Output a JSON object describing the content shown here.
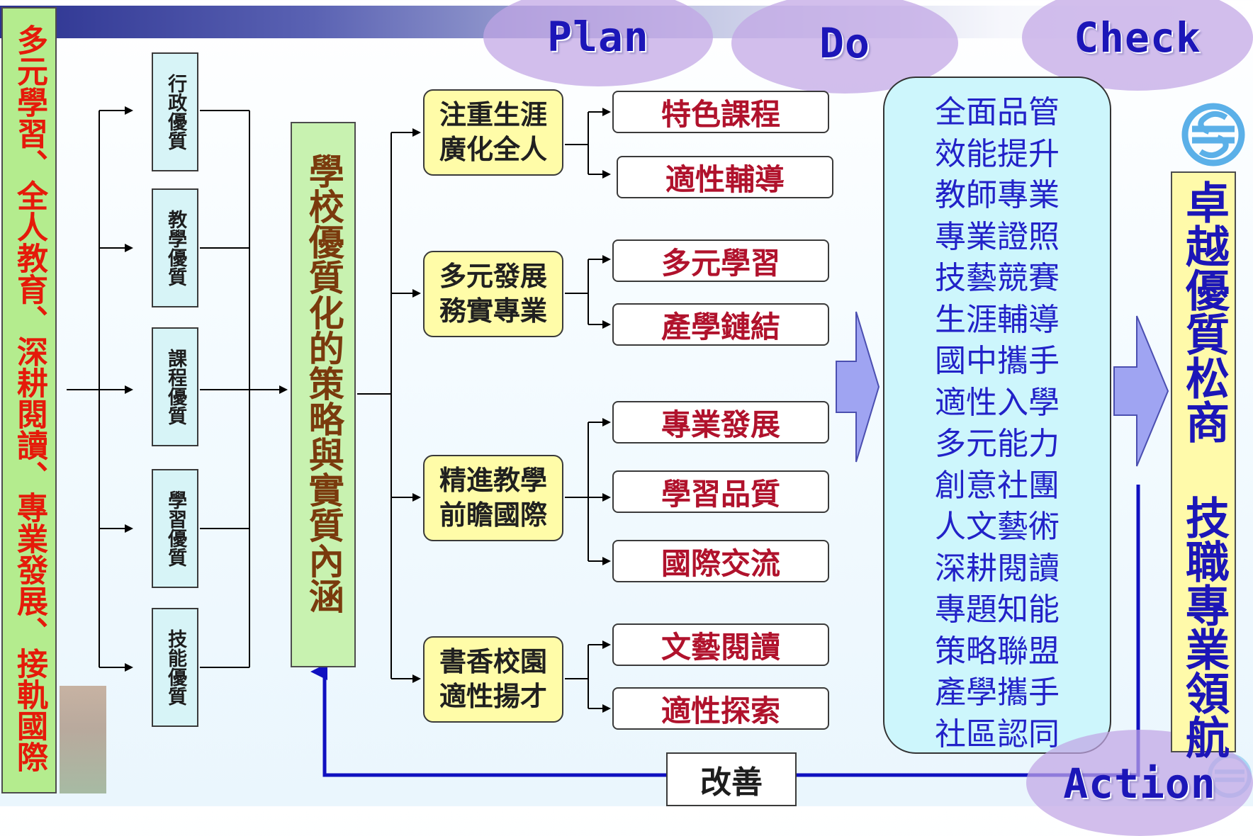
{
  "pdca": {
    "plan": "Plan",
    "do": "Do",
    "check": "Check",
    "action": "Action"
  },
  "left_vision": "多元學習、全人教育、深耕閱讀、專業發展、接軌國際",
  "quality_items": [
    "行政優質",
    "教學優質",
    "課程優質",
    "學習優質",
    "技能優質"
  ],
  "strategy_title": "學校優質化的策略與實質內涵",
  "themes": [
    {
      "lines": [
        "注重生涯",
        "廣化全人"
      ],
      "items": [
        "特色課程",
        "適性輔導"
      ]
    },
    {
      "lines": [
        "多元發展",
        "務實專業"
      ],
      "items": [
        "多元學習",
        "產學鏈結"
      ]
    },
    {
      "lines": [
        "精進教學",
        "前瞻國際"
      ],
      "items": [
        "專業發展",
        "學習品質",
        "國際交流"
      ]
    },
    {
      "lines": [
        "書香校園",
        "適性揚才"
      ],
      "items": [
        "文藝閱讀",
        "適性探索"
      ]
    }
  ],
  "outcomes": [
    "全面品管",
    "效能提升",
    "教師專業",
    "專業證照",
    "技藝競賽",
    "生涯輔導",
    "國中攜手",
    "適性入學",
    "多元能力",
    "創意社團",
    "人文藝術",
    "深耕閱讀",
    "專題知能",
    "策略聯盟",
    "產學攜手",
    "社區認同"
  ],
  "goal": "卓越優質松商 技職專業領航",
  "improve": "改善",
  "colors": {
    "pdca_ellipse": "#c1a5e4",
    "pdca_text": "#1c16b8",
    "vision_text": "#e51a0a",
    "vision_bg": "#b4ec8e",
    "strategy_text": "#7a3a0d",
    "theme_bg": "#fffca8",
    "item_text": "#b0122c",
    "outcome_text": "#2222c8",
    "outcome_bg": "#cdf6fc",
    "goal_text": "#1c16b8",
    "goal_bg": "#fffaaa",
    "feedback_line": "#1010c0",
    "big_arrow": "#9fa4f2"
  }
}
